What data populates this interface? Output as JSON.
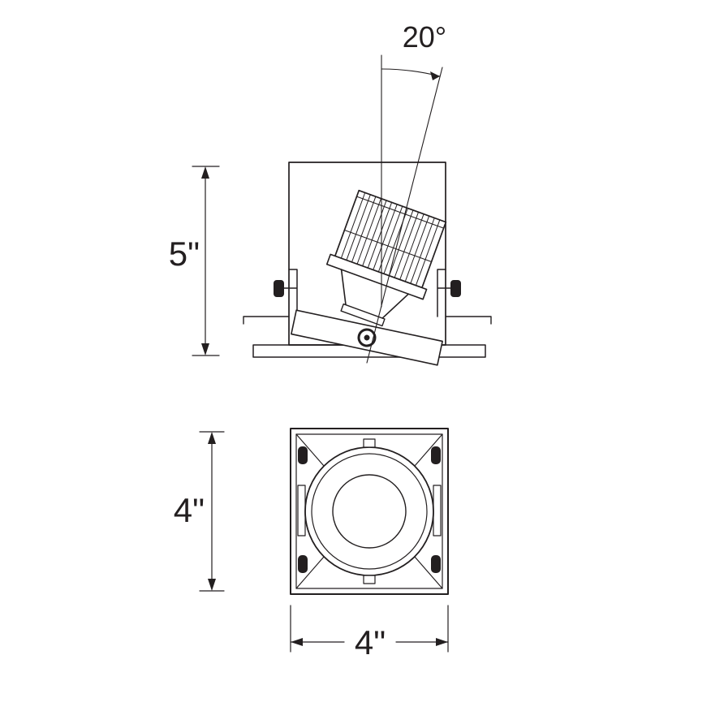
{
  "labels": {
    "tilt_angle": "20°",
    "housing_height": "5\"",
    "aperture_height": "4\"",
    "aperture_width": "4\""
  },
  "colors": {
    "line": "#231f20",
    "background": "#ffffff"
  }
}
